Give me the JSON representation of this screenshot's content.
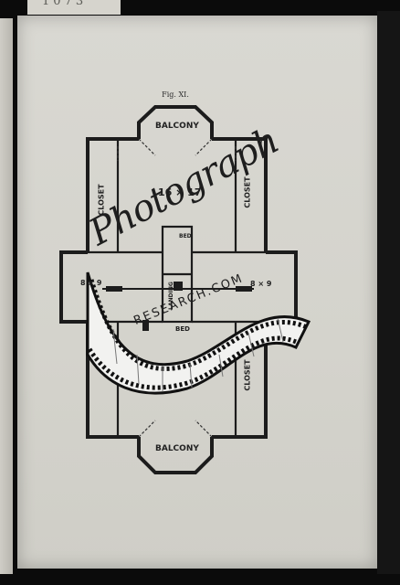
{
  "figure": {
    "label": "Fig. XI.",
    "rooms": {
      "balcony_top": "BALCONY",
      "balcony_bottom": "BALCONY",
      "main_room": "16 × 17",
      "closet_left": "CLOSET",
      "closet_right_top": "CLOSET",
      "closet_right_bottom": "CLOSET",
      "room_left": "8 × 9",
      "room_right": "8 × 9",
      "landing": "LANDING",
      "bed_upper": "BED",
      "bed_lower": "BED"
    }
  },
  "corner_marking": "1073",
  "watermark": {
    "word": "Photograph",
    "subtitle": "RESEARCH.COM",
    "colors": {
      "ink": "#1e1e1e",
      "film": "#f2f2f0",
      "film_edge": "#111111"
    }
  }
}
